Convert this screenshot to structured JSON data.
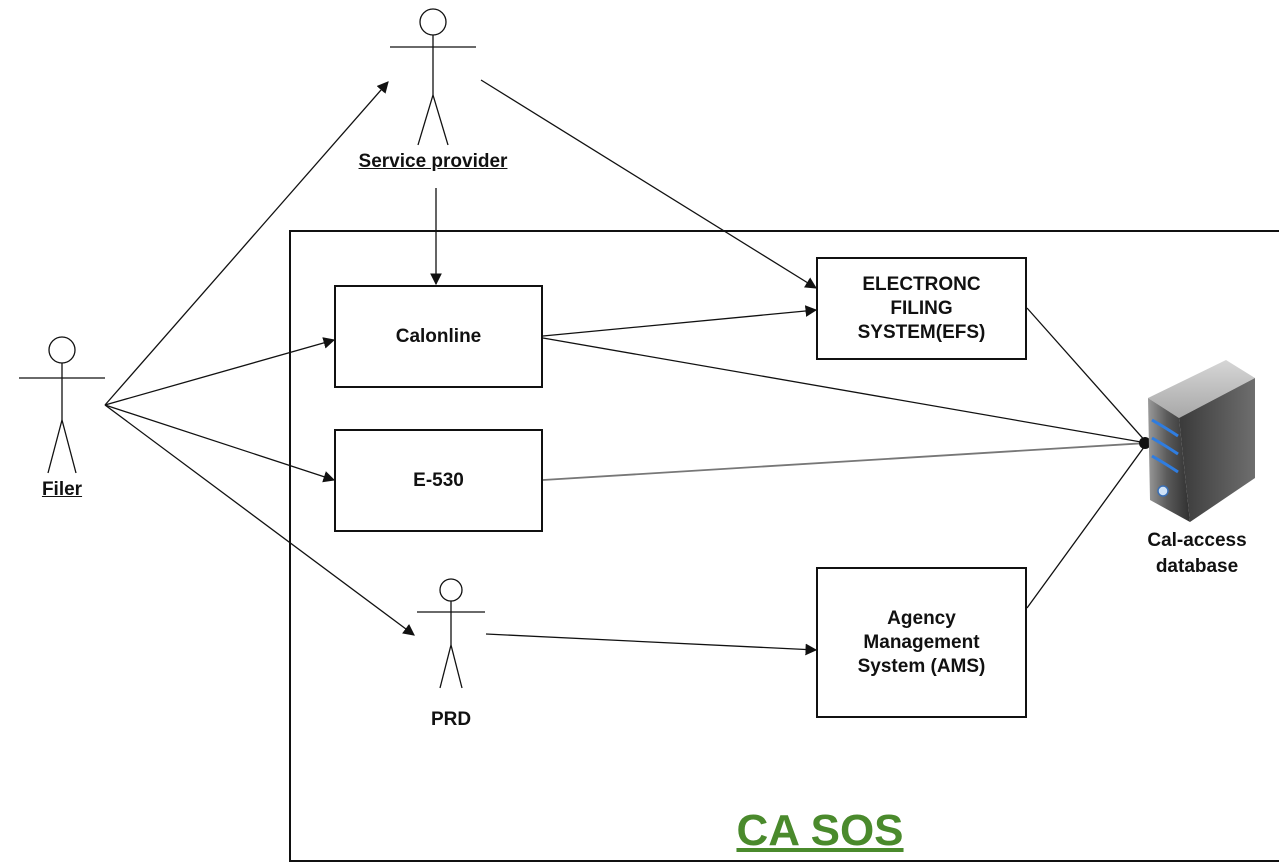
{
  "system": {
    "title": "CA SOS",
    "title_color": "#4a8a2c"
  },
  "actors": {
    "service_provider": "Service provider",
    "filer": "Filer",
    "prd": "PRD"
  },
  "components": {
    "calonline": "Calonline",
    "e530": "E-530",
    "efs": [
      "ELECTRONC",
      "FILING",
      "SYSTEM(EFS)"
    ],
    "ams": [
      "Agency",
      "Management",
      "System (AMS)"
    ]
  },
  "database": {
    "label": [
      "Cal-access",
      "database"
    ],
    "icon": "server-database-icon"
  }
}
